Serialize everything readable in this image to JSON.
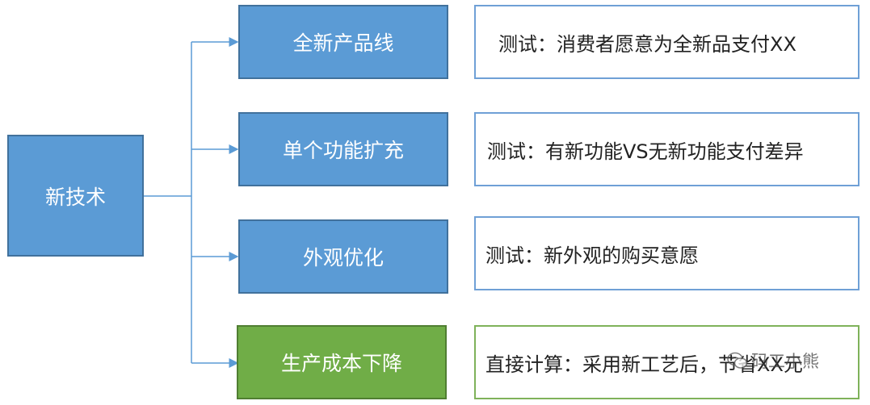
{
  "root": {
    "label": "新技术"
  },
  "branches": [
    {
      "label": "全新产品线",
      "note": "测试：消费者愿意为全新品支付XX"
    },
    {
      "label": "单个功能扩充",
      "note": "测试：有新功能VS无新功能支付差异"
    },
    {
      "label": "外观优化",
      "note": "测试：新外观的购买意愿"
    },
    {
      "label": "生产成本下降",
      "note": "直接计算：采用新工艺后，节省XX元"
    }
  ],
  "watermark": {
    "text": "码工小熊",
    "icon": "wechat-icon"
  },
  "colors": {
    "blue_fill": "#5b9bd5",
    "green_fill": "#70ad47",
    "connector": "#5b9bd5"
  }
}
